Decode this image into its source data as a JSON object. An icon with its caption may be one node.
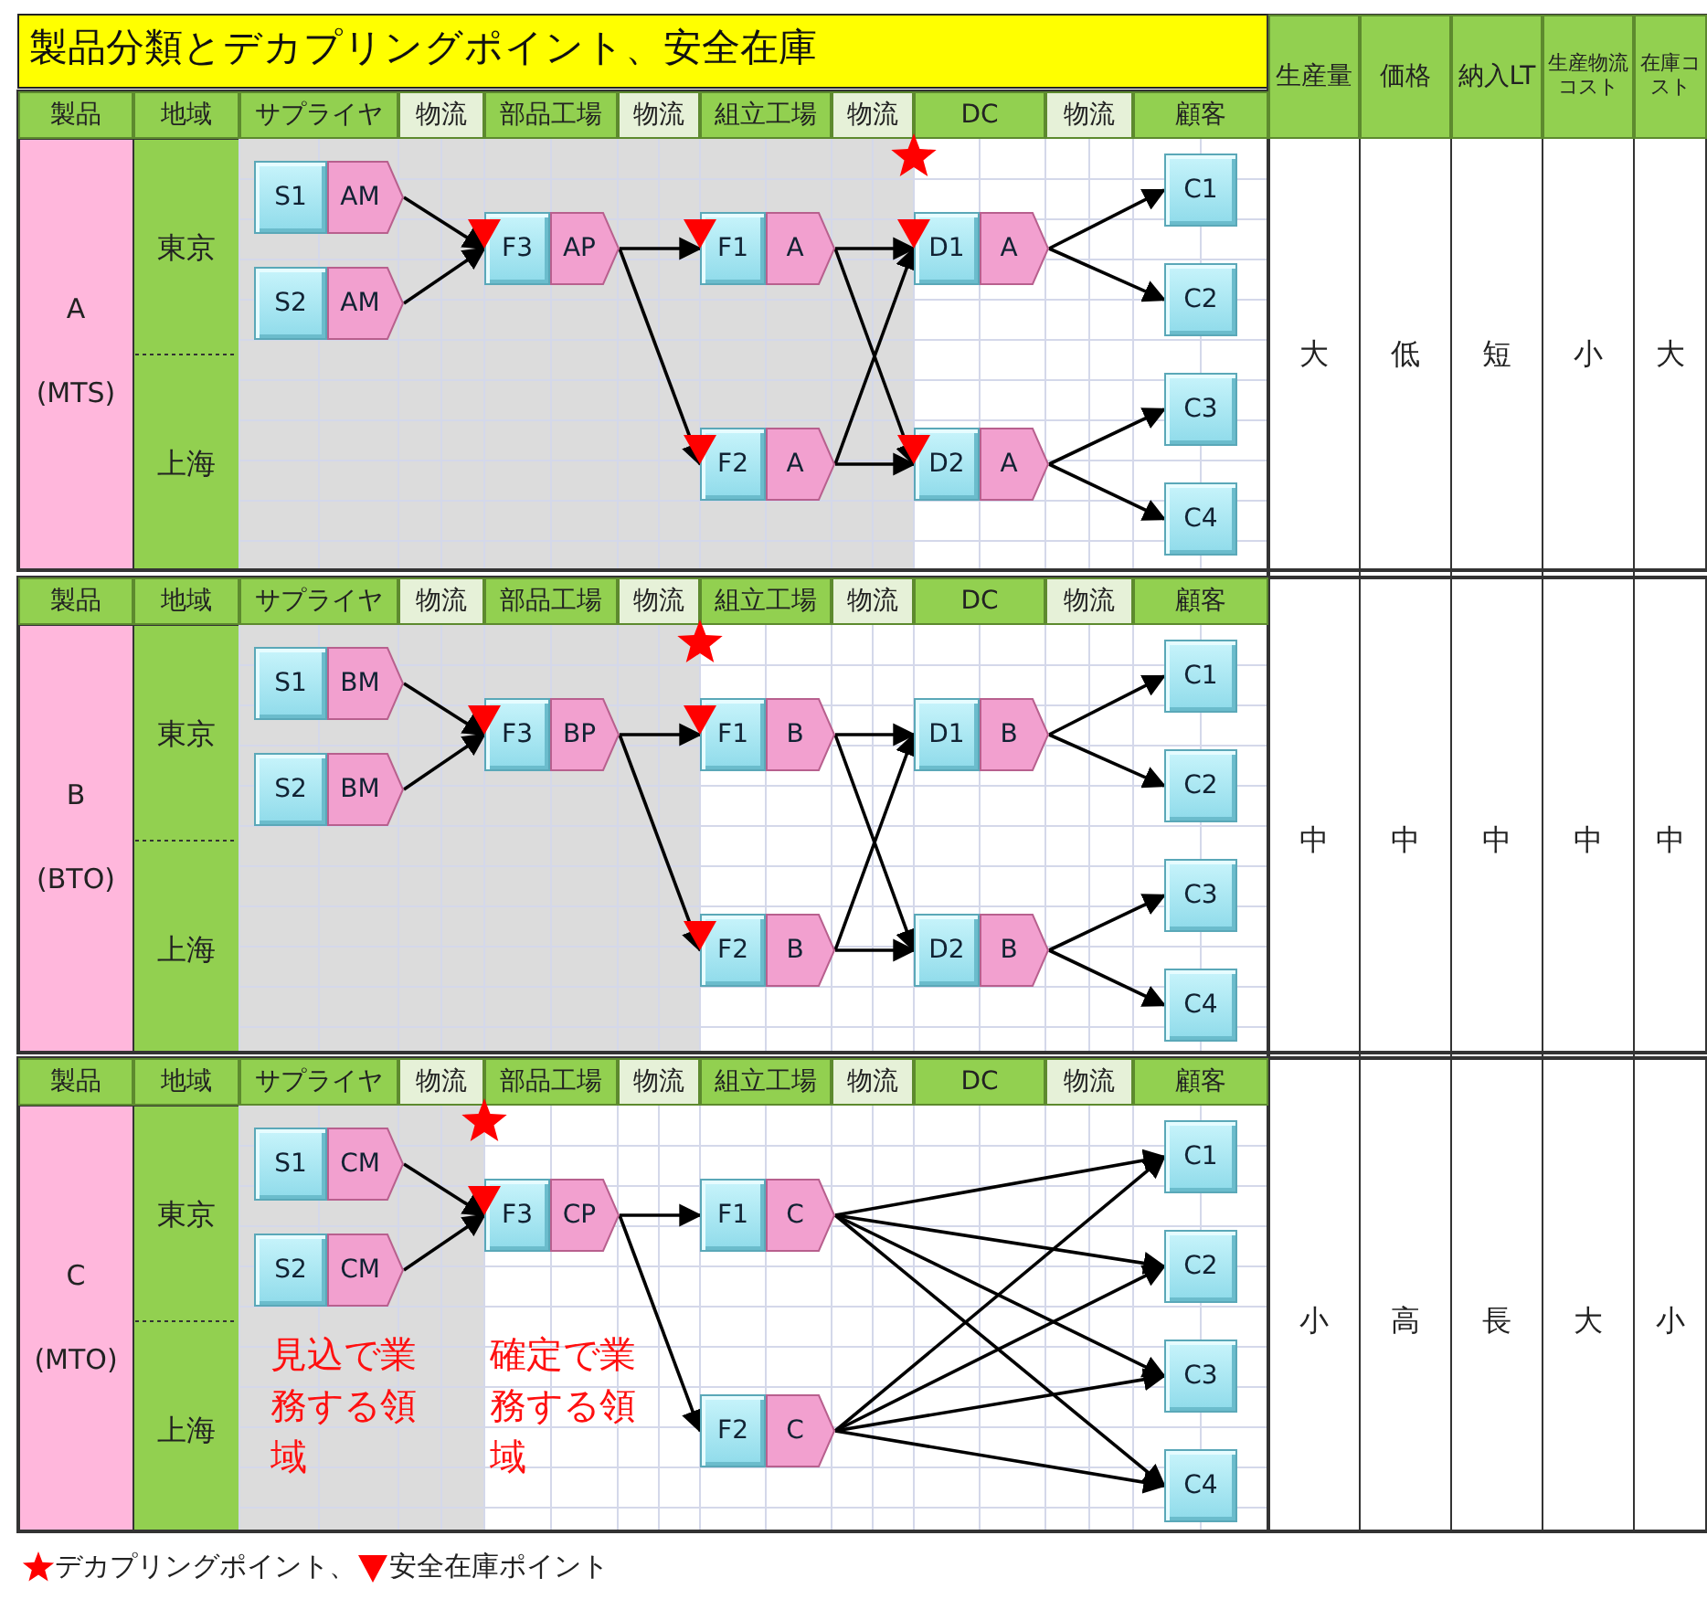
{
  "diagram": {
    "title": "製品分類とデカプリングポイント、安全在庫",
    "nodes": [
      {
        "text": [
          "S1"
        ]
      },
      {
        "text": [
          "AM"
        ]
      },
      {
        "text": [
          "S2"
        ]
      },
      {
        "text": [
          "AM"
        ]
      },
      {
        "text": [
          "F3"
        ]
      },
      {
        "text": [
          "AP"
        ]
      },
      {
        "text": [
          "F1"
        ]
      },
      {
        "text": [
          "A"
        ]
      },
      {
        "text": [
          "F2"
        ]
      },
      {
        "text": [
          "A"
        ]
      },
      {
        "text": [
          "D1"
        ]
      },
      {
        "text": [
          "A"
        ]
      },
      {
        "text": [
          "D2"
        ]
      },
      {
        "text": [
          "A"
        ]
      },
      {
        "text": [
          "C1"
        ]
      },
      {
        "text": [
          "C2"
        ]
      },
      {
        "text": [
          "C3"
        ]
      },
      {
        "text": [
          "C4"
        ]
      },
      {
        "text": [
          "S1"
        ]
      },
      {
        "text": [
          "BM"
        ]
      },
      {
        "text": [
          "S2"
        ]
      },
      {
        "text": [
          "BM"
        ]
      },
      {
        "text": [
          "F3"
        ]
      },
      {
        "text": [
          "BP"
        ]
      },
      {
        "text": [
          "F1"
        ]
      },
      {
        "text": [
          "B"
        ]
      },
      {
        "text": [
          "F2"
        ]
      },
      {
        "text": [
          "B"
        ]
      },
      {
        "text": [
          "D1"
        ]
      },
      {
        "text": [
          "B"
        ]
      },
      {
        "text": [
          "D2"
        ]
      },
      {
        "text": [
          "B"
        ]
      },
      {
        "text": [
          "C1"
        ]
      },
      {
        "text": [
          "C2"
        ]
      },
      {
        "text": [
          "C3"
        ]
      },
      {
        "text": [
          "C4"
        ]
      },
      {
        "text": [
          "S1"
        ]
      },
      {
        "text": [
          "CM"
        ]
      },
      {
        "text": [
          "S2"
        ]
      },
      {
        "text": [
          "CM"
        ]
      },
      {
        "text": [
          "F3"
        ]
      },
      {
        "text": [
          "CP"
        ]
      },
      {
        "text": [
          "F1"
        ]
      },
      {
        "text": [
          "C"
        ]
      },
      {
        "text": [
          "F2"
        ]
      },
      {
        "text": [
          "C"
        ]
      },
      {
        "text": [
          "C1"
        ]
      },
      {
        "text": [
          "C2"
        ]
      },
      {
        "text": [
          "C3"
        ]
      },
      {
        "text": [
          "C4"
        ]
      }
    ],
    "edges": [
      {
        "from": 1,
        "to": 4,
        "arrow": "to"
      },
      {
        "from": 3,
        "to": 4,
        "arrow": "to"
      },
      {
        "from": 5,
        "to": 6,
        "arrow": "to"
      },
      {
        "from": 5,
        "to": 8,
        "arrow": "to"
      },
      {
        "from": 7,
        "to": 10,
        "arrow": "to"
      },
      {
        "from": 7,
        "to": 12,
        "arrow": "to"
      },
      {
        "from": 9,
        "to": 10,
        "arrow": "to"
      },
      {
        "from": 9,
        "to": 12,
        "arrow": "to"
      },
      {
        "from": 11,
        "to": 14,
        "arrow": "to"
      },
      {
        "from": 11,
        "to": 15,
        "arrow": "to"
      },
      {
        "from": 13,
        "to": 16,
        "arrow": "to"
      },
      {
        "from": 13,
        "to": 17,
        "arrow": "to"
      },
      {
        "from": 19,
        "to": 22,
        "arrow": "to"
      },
      {
        "from": 21,
        "to": 22,
        "arrow": "to"
      },
      {
        "from": 23,
        "to": 24,
        "arrow": "to"
      },
      {
        "from": 23,
        "to": 26,
        "arrow": "to"
      },
      {
        "from": 25,
        "to": 28,
        "arrow": "to"
      },
      {
        "from": 25,
        "to": 30,
        "arrow": "to"
      },
      {
        "from": 27,
        "to": 28,
        "arrow": "to"
      },
      {
        "from": 27,
        "to": 30,
        "arrow": "to"
      },
      {
        "from": 29,
        "to": 32,
        "arrow": "to"
      },
      {
        "from": 29,
        "to": 33,
        "arrow": "to"
      },
      {
        "from": 31,
        "to": 34,
        "arrow": "to"
      },
      {
        "from": 31,
        "to": 35,
        "arrow": "to"
      },
      {
        "from": 37,
        "to": 40,
        "arrow": "to"
      },
      {
        "from": 39,
        "to": 40,
        "arrow": "to"
      },
      {
        "from": 41,
        "to": 42,
        "arrow": "to"
      },
      {
        "from": 41,
        "to": 44,
        "arrow": "to"
      },
      {
        "from": 43,
        "to": 46,
        "arrow": "to"
      },
      {
        "from": 43,
        "to": 47,
        "arrow": "to"
      },
      {
        "from": 43,
        "to": 48,
        "arrow": "to"
      },
      {
        "from": 43,
        "to": 49,
        "arrow": "to"
      },
      {
        "from": 45,
        "to": 46,
        "arrow": "to"
      },
      {
        "from": 45,
        "to": 47,
        "arrow": "to"
      },
      {
        "from": 45,
        "to": 48,
        "arrow": "to"
      },
      {
        "from": 45,
        "to": 49,
        "arrow": "to"
      }
    ],
    "labels": [
      "製品",
      "地域",
      "サプライヤ",
      "物流",
      "部品工場",
      "物流",
      "組立工場",
      "物流",
      "DC",
      "物流",
      "顧客",
      "生産量",
      "価格",
      "納入LT",
      "生産物流コスト",
      "在庫コスト",
      "A",
      "(MTS)",
      "東京",
      "上海",
      "大",
      "低",
      "短",
      "小",
      "大",
      "製品",
      "地域",
      "サプライヤ",
      "物流",
      "部品工場",
      "物流",
      "組立工場",
      "物流",
      "DC",
      "物流",
      "顧客",
      "B",
      "(BTO)",
      "東京",
      "上海",
      "中",
      "中",
      "中",
      "中",
      "中",
      "製品",
      "地域",
      "サプライヤ",
      "物流",
      "部品工場",
      "物流",
      "組立工場",
      "物流",
      "DC",
      "物流",
      "顧客",
      "C",
      "(MTO)",
      "東京",
      "上海",
      "見込で業務する領域",
      "確定で業務する領域",
      "小",
      "高",
      "長",
      "大",
      "小"
    ],
    "legend": [
      {
        "text": "デカプリングポイント、"
      },
      {
        "text": "安全在庫ポイント"
      }
    ]
  }
}
